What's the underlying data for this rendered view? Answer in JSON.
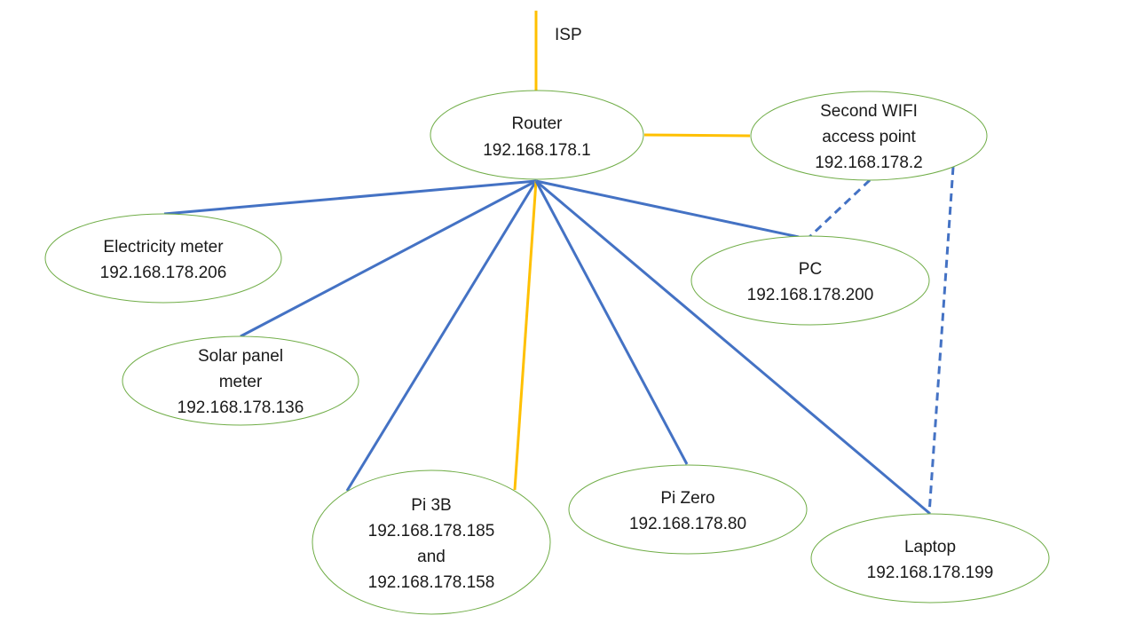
{
  "isp": {
    "label": "ISP"
  },
  "colors": {
    "wired": "#ffc000",
    "lan": "#4472c4",
    "node_border": "#70ad47"
  },
  "nodes": {
    "router": {
      "lines": [
        "Router",
        "192.168.178.1"
      ]
    },
    "wifi_ap": {
      "lines": [
        "Second WIFI",
        "access point",
        "192.168.178.2"
      ]
    },
    "electricity_meter": {
      "lines": [
        "Electricity meter",
        "192.168.178.206"
      ]
    },
    "pc": {
      "lines": [
        "PC",
        "192.168.178.200"
      ]
    },
    "solar_panel_meter": {
      "lines": [
        "Solar panel",
        "meter",
        "192.168.178.136"
      ]
    },
    "pi_3b": {
      "lines": [
        "Pi 3B",
        "192.168.178.185",
        "and",
        "192.168.178.158"
      ]
    },
    "pi_zero": {
      "lines": [
        "Pi Zero",
        "192.168.178.80"
      ]
    },
    "laptop": {
      "lines": [
        "Laptop",
        "192.168.178.199"
      ]
    }
  },
  "connections": [
    {
      "from": "isp",
      "to": "router",
      "kind": "wired"
    },
    {
      "from": "router",
      "to": "wifi_ap",
      "kind": "wired"
    },
    {
      "from": "router",
      "to": "electricity_meter",
      "kind": "lan"
    },
    {
      "from": "router",
      "to": "solar_panel_meter",
      "kind": "lan"
    },
    {
      "from": "router",
      "to": "pi_3b",
      "kind": "lan"
    },
    {
      "from": "router",
      "to": "pi_3b",
      "kind": "wired"
    },
    {
      "from": "router",
      "to": "pi_zero",
      "kind": "lan"
    },
    {
      "from": "router",
      "to": "laptop",
      "kind": "lan"
    },
    {
      "from": "router",
      "to": "pc",
      "kind": "lan"
    },
    {
      "from": "wifi_ap",
      "to": "pc",
      "kind": "wifi"
    },
    {
      "from": "wifi_ap",
      "to": "laptop",
      "kind": "wifi"
    }
  ]
}
